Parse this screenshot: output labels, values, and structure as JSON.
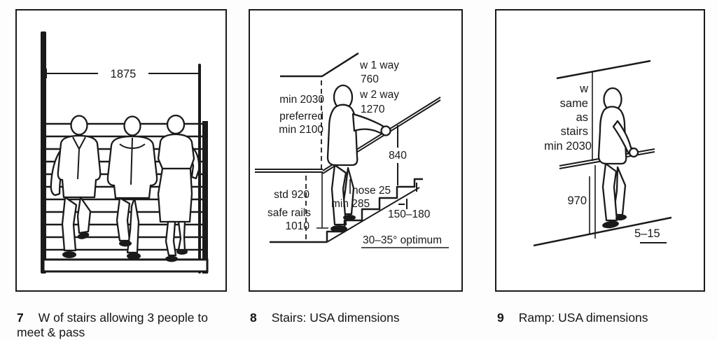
{
  "document": {
    "figures": [
      {
        "number": "7",
        "caption": "W of stairs allowing 3 people to meet & pass",
        "dims": {
          "stair_width": "1875"
        }
      },
      {
        "number": "8",
        "caption": "Stairs: USA dimensions",
        "dims": {
          "headroom_min": "min 2030",
          "headroom_pref_label": "preferred",
          "headroom_pref_value": "min 2100",
          "width_one_way_label": "w 1 way",
          "width_one_way_value": "760",
          "width_two_way_label": "w 2 way",
          "width_two_way_value": "1270",
          "rail_vertical": "840",
          "rail_std": "std 920",
          "rail_safe_label": "safe rails",
          "rail_safe_value": "1010",
          "nosing": "nose 25",
          "tread_min": "min 285",
          "riser_range": "150–180",
          "pitch_optimum": "30–35° optimum"
        }
      },
      {
        "number": "9",
        "caption": "Ramp: USA dimensions",
        "dims": {
          "width_line1": "w",
          "width_line2": "same",
          "width_line3": "as",
          "width_line4": "stairs",
          "width_line5": "min 2030",
          "rail_height": "970",
          "gradient_range": "5–15"
        }
      }
    ]
  }
}
